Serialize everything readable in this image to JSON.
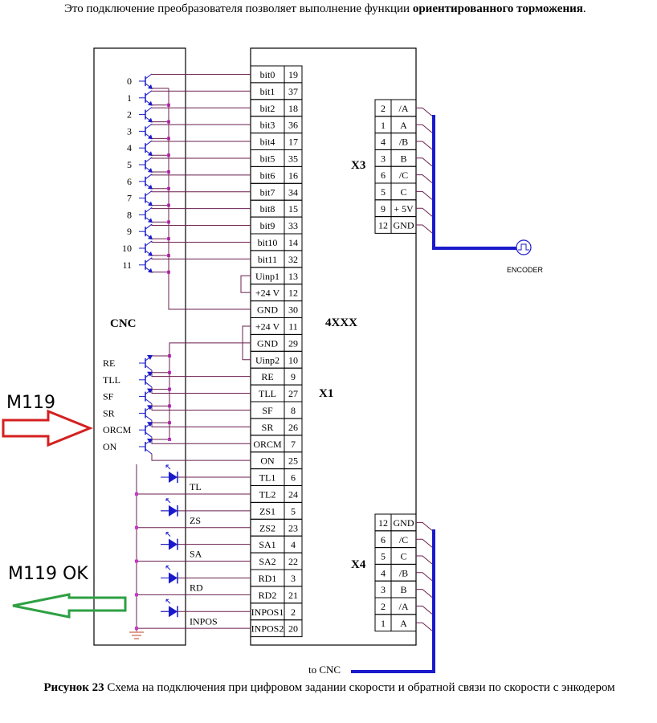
{
  "intro": {
    "text_regular": "Это подключение преобразователя позволяет выполнение функции ",
    "text_bold_1": "ориентированного",
    "text_bold_2": "торможения",
    "text_end": "."
  },
  "diagram": {
    "cnc_label": "CNC",
    "drive_label": "4XXX",
    "x1_label": "X1",
    "x3_label": "X3",
    "x4_label": "X4",
    "encoder_label": "ENCODER",
    "to_cnc_label": "to CNC",
    "bit_inputs": [
      "0",
      "1",
      "2",
      "3",
      "4",
      "5",
      "6",
      "7",
      "8",
      "9",
      "10",
      "11"
    ],
    "control_inputs": [
      "RE",
      "TLL",
      "SF",
      "SR",
      "ORCM",
      "ON"
    ],
    "outputs": [
      "TL",
      "ZS",
      "SA",
      "RD",
      "INPOS"
    ],
    "x1_pins": [
      {
        "name": "bit0",
        "pin": "19"
      },
      {
        "name": "bit1",
        "pin": "37"
      },
      {
        "name": "bit2",
        "pin": "18"
      },
      {
        "name": "bit3",
        "pin": "36"
      },
      {
        "name": "bit4",
        "pin": "17"
      },
      {
        "name": "bit5",
        "pin": "35"
      },
      {
        "name": "bit6",
        "pin": "16"
      },
      {
        "name": "bit7",
        "pin": "34"
      },
      {
        "name": "bit8",
        "pin": "15"
      },
      {
        "name": "bit9",
        "pin": "33"
      },
      {
        "name": "bit10",
        "pin": "14"
      },
      {
        "name": "bit11",
        "pin": "32"
      },
      {
        "name": "Uinp1",
        "pin": "13"
      },
      {
        "name": "+24 V",
        "pin": "12"
      },
      {
        "name": "GND",
        "pin": "30"
      },
      {
        "name": "+24 V",
        "pin": "11"
      },
      {
        "name": "GND",
        "pin": "29"
      },
      {
        "name": "Uinp2",
        "pin": "10"
      },
      {
        "name": "RE",
        "pin": "9"
      },
      {
        "name": "TLL",
        "pin": "27"
      },
      {
        "name": "SF",
        "pin": "8"
      },
      {
        "name": "SR",
        "pin": "26"
      },
      {
        "name": "ORCM",
        "pin": "7"
      },
      {
        "name": "ON",
        "pin": "25"
      },
      {
        "name": "TL1",
        "pin": "6"
      },
      {
        "name": "TL2",
        "pin": "24"
      },
      {
        "name": "ZS1",
        "pin": "5"
      },
      {
        "name": "ZS2",
        "pin": "23"
      },
      {
        "name": "SA1",
        "pin": "4"
      },
      {
        "name": "SA2",
        "pin": "22"
      },
      {
        "name": "RD1",
        "pin": "3"
      },
      {
        "name": "RD2",
        "pin": "21"
      },
      {
        "name": "INPOS1",
        "pin": "2"
      },
      {
        "name": "INPOS2",
        "pin": "20"
      }
    ],
    "x3_pins": [
      {
        "pin": "2",
        "name": "/A"
      },
      {
        "pin": "1",
        "name": "A"
      },
      {
        "pin": "4",
        "name": "/B"
      },
      {
        "pin": "3",
        "name": "B"
      },
      {
        "pin": "6",
        "name": "/C"
      },
      {
        "pin": "5",
        "name": "C"
      },
      {
        "pin": "9",
        "name": "+ 5V"
      },
      {
        "pin": "12",
        "name": "GND"
      }
    ],
    "x4_pins": [
      {
        "pin": "12",
        "name": "GND"
      },
      {
        "pin": "6",
        "name": "/C"
      },
      {
        "pin": "5",
        "name": "C"
      },
      {
        "pin": "4",
        "name": "/B"
      },
      {
        "pin": "3",
        "name": "B"
      },
      {
        "pin": "2",
        "name": "/A"
      },
      {
        "pin": "1",
        "name": "A"
      }
    ]
  },
  "annotations": {
    "m119": "M119",
    "m119_ok": "M119 OK"
  },
  "caption": {
    "bold": "Рисунок 23",
    "text": " Схема на подключения при цифровом задании скорости и обратной связи по скорости с энкодером"
  },
  "colors": {
    "wire": "#6b1f4f",
    "junction": "#cc33cc",
    "transistor": "#1a1acc",
    "bus": "#1a1acc",
    "arrow_in": "#d42020",
    "arrow_out": "#2ea043"
  }
}
